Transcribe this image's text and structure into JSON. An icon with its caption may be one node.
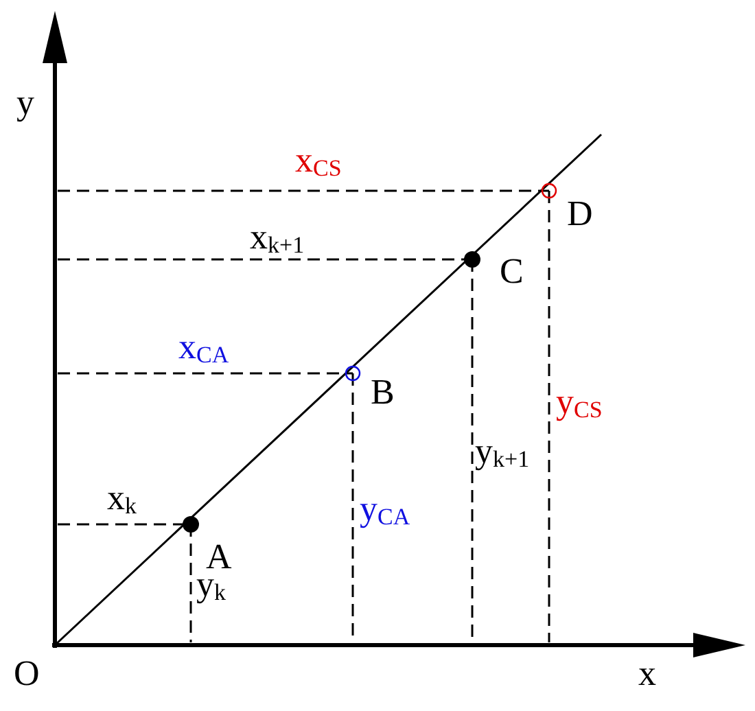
{
  "diagram": {
    "labels": [
      "y",
      "x$_{CS}$",
      "D",
      "x$_{k+1}$",
      "C",
      "x$_{CA}$",
      "B",
      "y$_{CS}$",
      "y$_{k+1}$",
      "x$_{k}$",
      "A",
      "y$_{CA}$",
      "y$_{k}$",
      "O",
      "x"
    ]
  }
}
